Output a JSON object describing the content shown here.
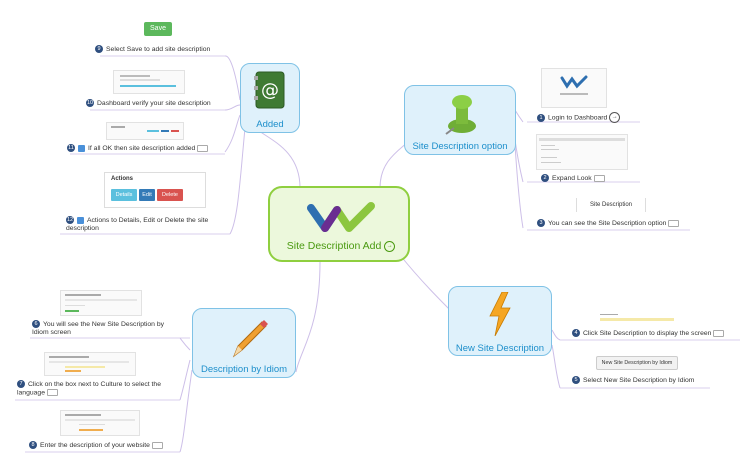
{
  "center": {
    "label": "Site Description Add"
  },
  "topics": {
    "added": "Added",
    "option": "Site Description option",
    "idiom": "Description by Idiom",
    "new": "New Site Description"
  },
  "buttons": {
    "save": "Save"
  },
  "actions_panel": {
    "title": "Actions",
    "details": "Details",
    "edit": "Edit",
    "delete": "Delete"
  },
  "look_panel": {
    "label": "Site Description"
  },
  "new_panel": {
    "button": "New Site Description by Idiom"
  },
  "leaves": {
    "n9": {
      "num": "9",
      "text": "Select Save to add site description"
    },
    "n10": {
      "num": "10",
      "text": "Dashboard verify your site description"
    },
    "n11": {
      "num": "11",
      "text": "If all OK then site description added"
    },
    "n12": {
      "num": "12",
      "text": "Actions to Details, Edit or Delete the site description"
    },
    "n1": {
      "num": "1",
      "text": "Login to Dashboard"
    },
    "n2": {
      "num": "2",
      "text": "Expand Look"
    },
    "n3": {
      "num": "3",
      "text": "You can see the Site Description option"
    },
    "n4": {
      "num": "4",
      "text": "Click Site Description to display the screen"
    },
    "n5": {
      "num": "5",
      "text": "Select New Site Description by Idiom"
    },
    "n6": {
      "num": "6",
      "text": "You will see the New Site Description by Idiom screen"
    },
    "n7": {
      "num": "7",
      "text": "Click on the box next to Culture to select the language"
    },
    "n8": {
      "num": "8",
      "text": "Enter the description of your website"
    }
  },
  "colors": {
    "center_border": "#8fcf3f",
    "topic_border": "#7fc2e6",
    "link": "#c9b8e8",
    "number_badge": "#2f4f7f",
    "save_button": "#5cb85c",
    "details_button": "#5bc0de",
    "edit_button": "#337ab7",
    "delete_button": "#d9534f"
  },
  "icons": {
    "center": "w-logo-icon",
    "added": "address-book-icon",
    "option": "pushpin-icon",
    "idiom": "pencil-icon",
    "new": "lightning-icon"
  }
}
